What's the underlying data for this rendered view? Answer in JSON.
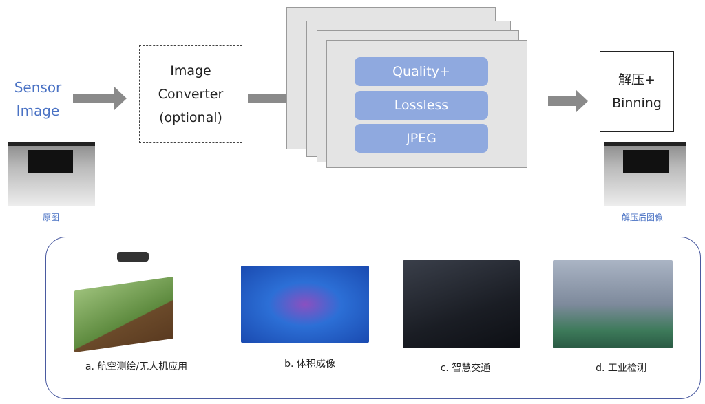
{
  "source": {
    "line1": "Sensor",
    "line2": "Image",
    "caption": "原图"
  },
  "converter": {
    "line1": "Image",
    "line2": "Converter",
    "line3": "(optional)"
  },
  "modes": [
    "Quality+",
    "Lossless",
    "JPEG"
  ],
  "output": {
    "line1": "解压+",
    "line2": "Binning",
    "caption": "解压后图像"
  },
  "applications": [
    {
      "label": "a. 航空测绘/无人机应用"
    },
    {
      "label": "b. 体积成像"
    },
    {
      "label": "c. 智慧交通"
    },
    {
      "label": "d. 工业检测"
    }
  ],
  "colors": {
    "accent": "#4a72c4",
    "button": "#8fa9df",
    "card": "#e4e4e4"
  }
}
